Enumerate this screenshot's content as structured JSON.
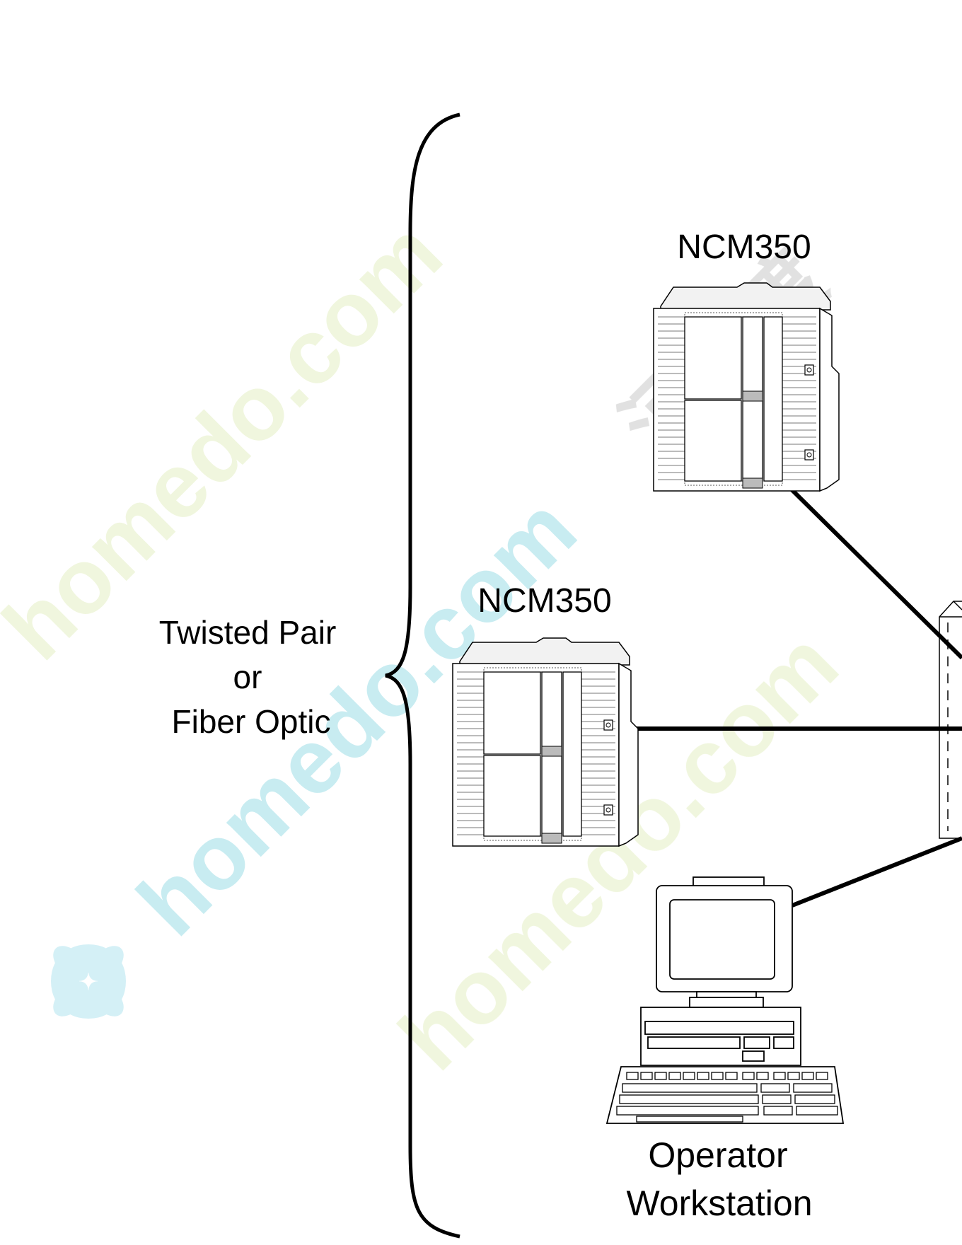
{
  "labels": {
    "ncm_top": "NCM350",
    "ncm_mid": "NCM350",
    "media_line1": "Twisted Pair",
    "media_line2": "or",
    "media_line3": "Fiber Optic",
    "workstation_line1": "Operator",
    "workstation_line2": "Workstation"
  },
  "watermark": {
    "text": "homedo.com",
    "cjk": "河姆渡",
    "color_teal": "#bfe9ef",
    "color_green": "#eef5d8",
    "color_grey": "#dcdcdc",
    "logo_icon": "flower-logo-icon"
  },
  "colors": {
    "line": "#000000",
    "device_fill": "#f2f2f2",
    "background": "#ffffff"
  }
}
